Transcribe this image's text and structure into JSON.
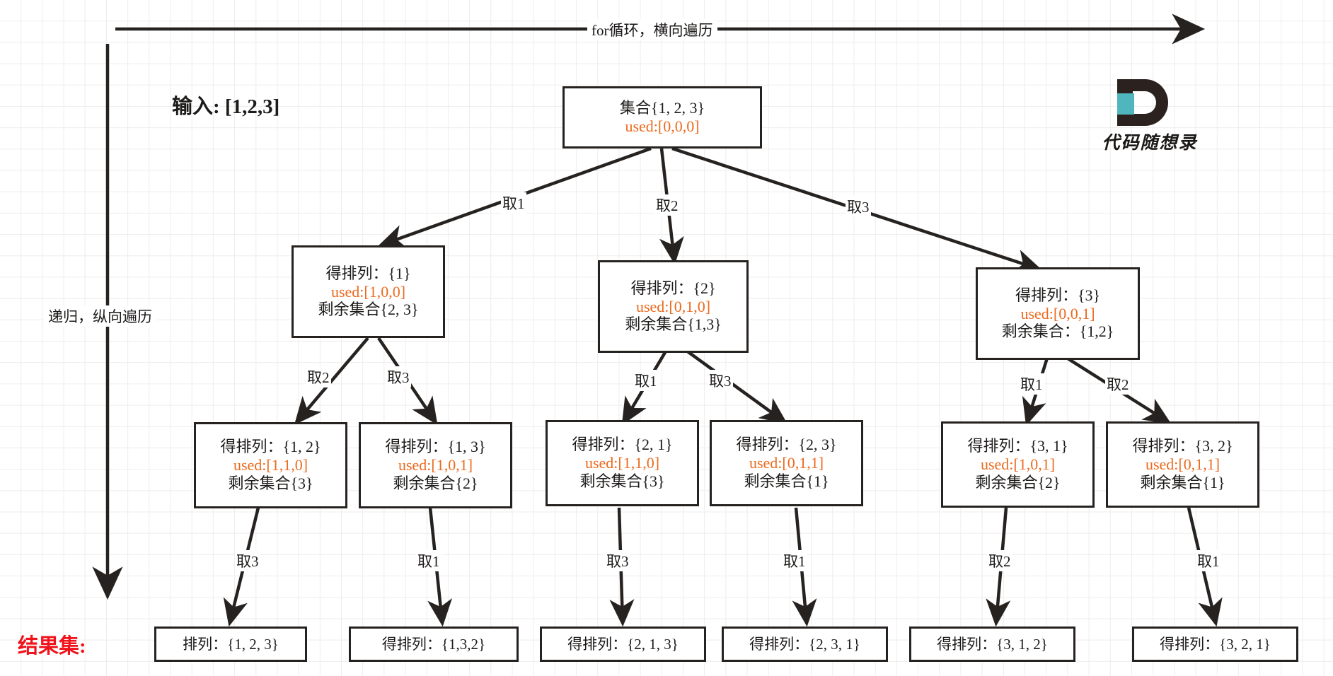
{
  "diagram": {
    "title_top": "for循环，横向遍历",
    "title_left": "递归，纵向遍历",
    "input_label": "输入: [1,2,3]",
    "result_label": "结果集:",
    "colors": {
      "used": "#ec6a1e",
      "result": "#f0121a",
      "box": "#262220",
      "logo_teal": "#4fb6bd"
    }
  },
  "logo": {
    "letter": "D",
    "text": "代码随想录"
  },
  "root": {
    "line1": "集合{1, 2, 3}",
    "line2": "used:[0,0,0]"
  },
  "level2": [
    {
      "line1": "得排列：{1}",
      "line2": "used:[1,0,0]",
      "line3": "剩余集合{2, 3}"
    },
    {
      "line1": "得排列：{2}",
      "line2": "used:[0,1,0]",
      "line3": "剩余集合{1,3}"
    },
    {
      "line1": "得排列：{3}",
      "line2": "used:[0,0,1]",
      "line3": "剩余集合：{1,2}"
    }
  ],
  "level3": [
    {
      "line1": "得排列：{1, 2}",
      "line2": "used:[1,1,0]",
      "line3": "剩余集合{3}"
    },
    {
      "line1": "得排列：{1, 3}",
      "line2": "used:[1,0,1]",
      "line3": "剩余集合{2}"
    },
    {
      "line1": "得排列：{2, 1}",
      "line2": "used:[1,1,0]",
      "line3": "剩余集合{3}"
    },
    {
      "line1": "得排列：{2, 3}",
      "line2": "used:[0,1,1]",
      "line3": "剩余集合{1}"
    },
    {
      "line1": "得排列：{3, 1}",
      "line2": "used:[1,0,1]",
      "line3": "剩余集合{2}"
    },
    {
      "line1": "得排列：{3, 2}",
      "line2": "used:[0,1,1]",
      "line3": "剩余集合{1}"
    }
  ],
  "leaves": [
    {
      "text": "排列：{1, 2, 3}"
    },
    {
      "text": "得排列：{1,3,2}"
    },
    {
      "text": "得排列：{2, 1, 3}"
    },
    {
      "text": "得排列：{2, 3, 1}"
    },
    {
      "text": "得排列：{3, 1, 2}"
    },
    {
      "text": "得排列：{3, 2, 1}"
    }
  ],
  "edge_labels_l1": [
    "取1",
    "取2",
    "取3"
  ],
  "edge_labels_l2": [
    "取2",
    "取3",
    "取1",
    "取3",
    "取1",
    "取2"
  ],
  "edge_labels_l3": [
    "取3",
    "取1",
    "取3",
    "取1",
    "取2",
    "取1"
  ]
}
